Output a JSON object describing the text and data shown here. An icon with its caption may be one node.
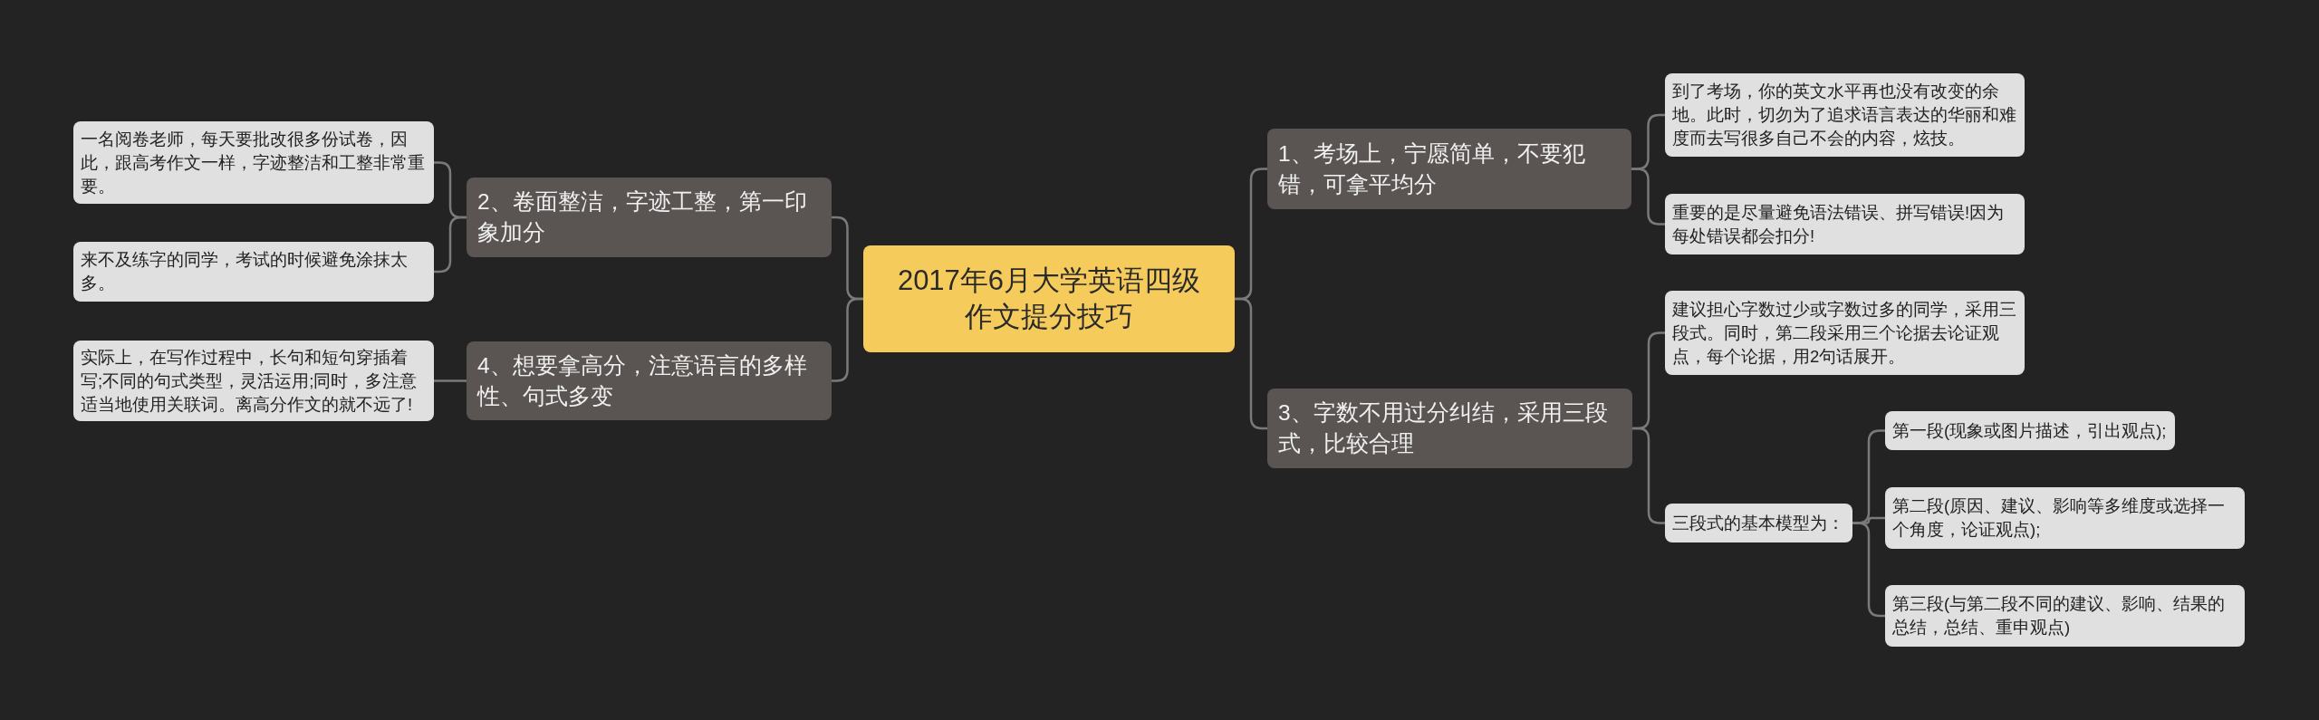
{
  "diagram": {
    "nodes": [
      {
        "text": [
          "2017年6月大学英语四级作文提分技巧"
        ]
      },
      {
        "text": [
          "1、考场上，宁愿简单，不要犯错，可拿平均分"
        ]
      },
      {
        "text": [
          "到了考场，你的英文水平再也没有改变的余地。此时，切勿为了追求语言表达的华丽和难度而去写很多自己不会的内容，炫技。"
        ]
      },
      {
        "text": [
          "重要的是尽量避免语法错误、拼写错误!因为每处错误都会扣分!"
        ]
      },
      {
        "text": [
          "2、卷面整洁，字迹工整，第一印象加分"
        ]
      },
      {
        "text": [
          "一名阅卷老师，每天要批改很多份试卷，因此，跟高考作文一样，字迹整洁和工整非常重要。"
        ]
      },
      {
        "text": [
          "来不及练字的同学，考试的时候避免涂抹太多。"
        ]
      },
      {
        "text": [
          "3、字数不用过分纠结，采用三段式，比较合理"
        ]
      },
      {
        "text": [
          "建议担心字数过少或字数过多的同学，采用三段式。同时，第二段采用三个论据去论证观点，每个论据，用2句话展开。"
        ]
      },
      {
        "text": [
          "三段式的基本模型为："
        ]
      },
      {
        "text": [
          "第一段(现象或图片描述，引出观点);"
        ]
      },
      {
        "text": [
          "第二段(原因、建议、影响等多维度或选择一个角度，论证观点);"
        ]
      },
      {
        "text": [
          "第三段(与第二段不同的建议、影响、结果的总结，总结、重申观点)"
        ]
      },
      {
        "text": [
          "4、想要拿高分，注意语言的多样性、句式多变"
        ]
      },
      {
        "text": [
          "实际上，在写作过程中，长句和短句穿插着写;不同的句式类型，灵活运用;同时，多注意适当地使用关联词。离高分作文的就不远了!"
        ]
      }
    ],
    "edges": [
      {
        "from": 0,
        "to": 1,
        "arrow": "none"
      },
      {
        "from": 1,
        "to": 2,
        "arrow": "none"
      },
      {
        "from": 1,
        "to": 3,
        "arrow": "none"
      },
      {
        "from": 0,
        "to": 4,
        "arrow": "none"
      },
      {
        "from": 4,
        "to": 5,
        "arrow": "none"
      },
      {
        "from": 4,
        "to": 6,
        "arrow": "none"
      },
      {
        "from": 0,
        "to": 7,
        "arrow": "none"
      },
      {
        "from": 7,
        "to": 8,
        "arrow": "none"
      },
      {
        "from": 7,
        "to": 9,
        "arrow": "none"
      },
      {
        "from": 9,
        "to": 10,
        "arrow": "none"
      },
      {
        "from": 9,
        "to": 11,
        "arrow": "none"
      },
      {
        "from": 9,
        "to": 12,
        "arrow": "none"
      },
      {
        "from": 0,
        "to": 13,
        "arrow": "none"
      },
      {
        "from": 13,
        "to": 14,
        "arrow": "none"
      }
    ]
  }
}
